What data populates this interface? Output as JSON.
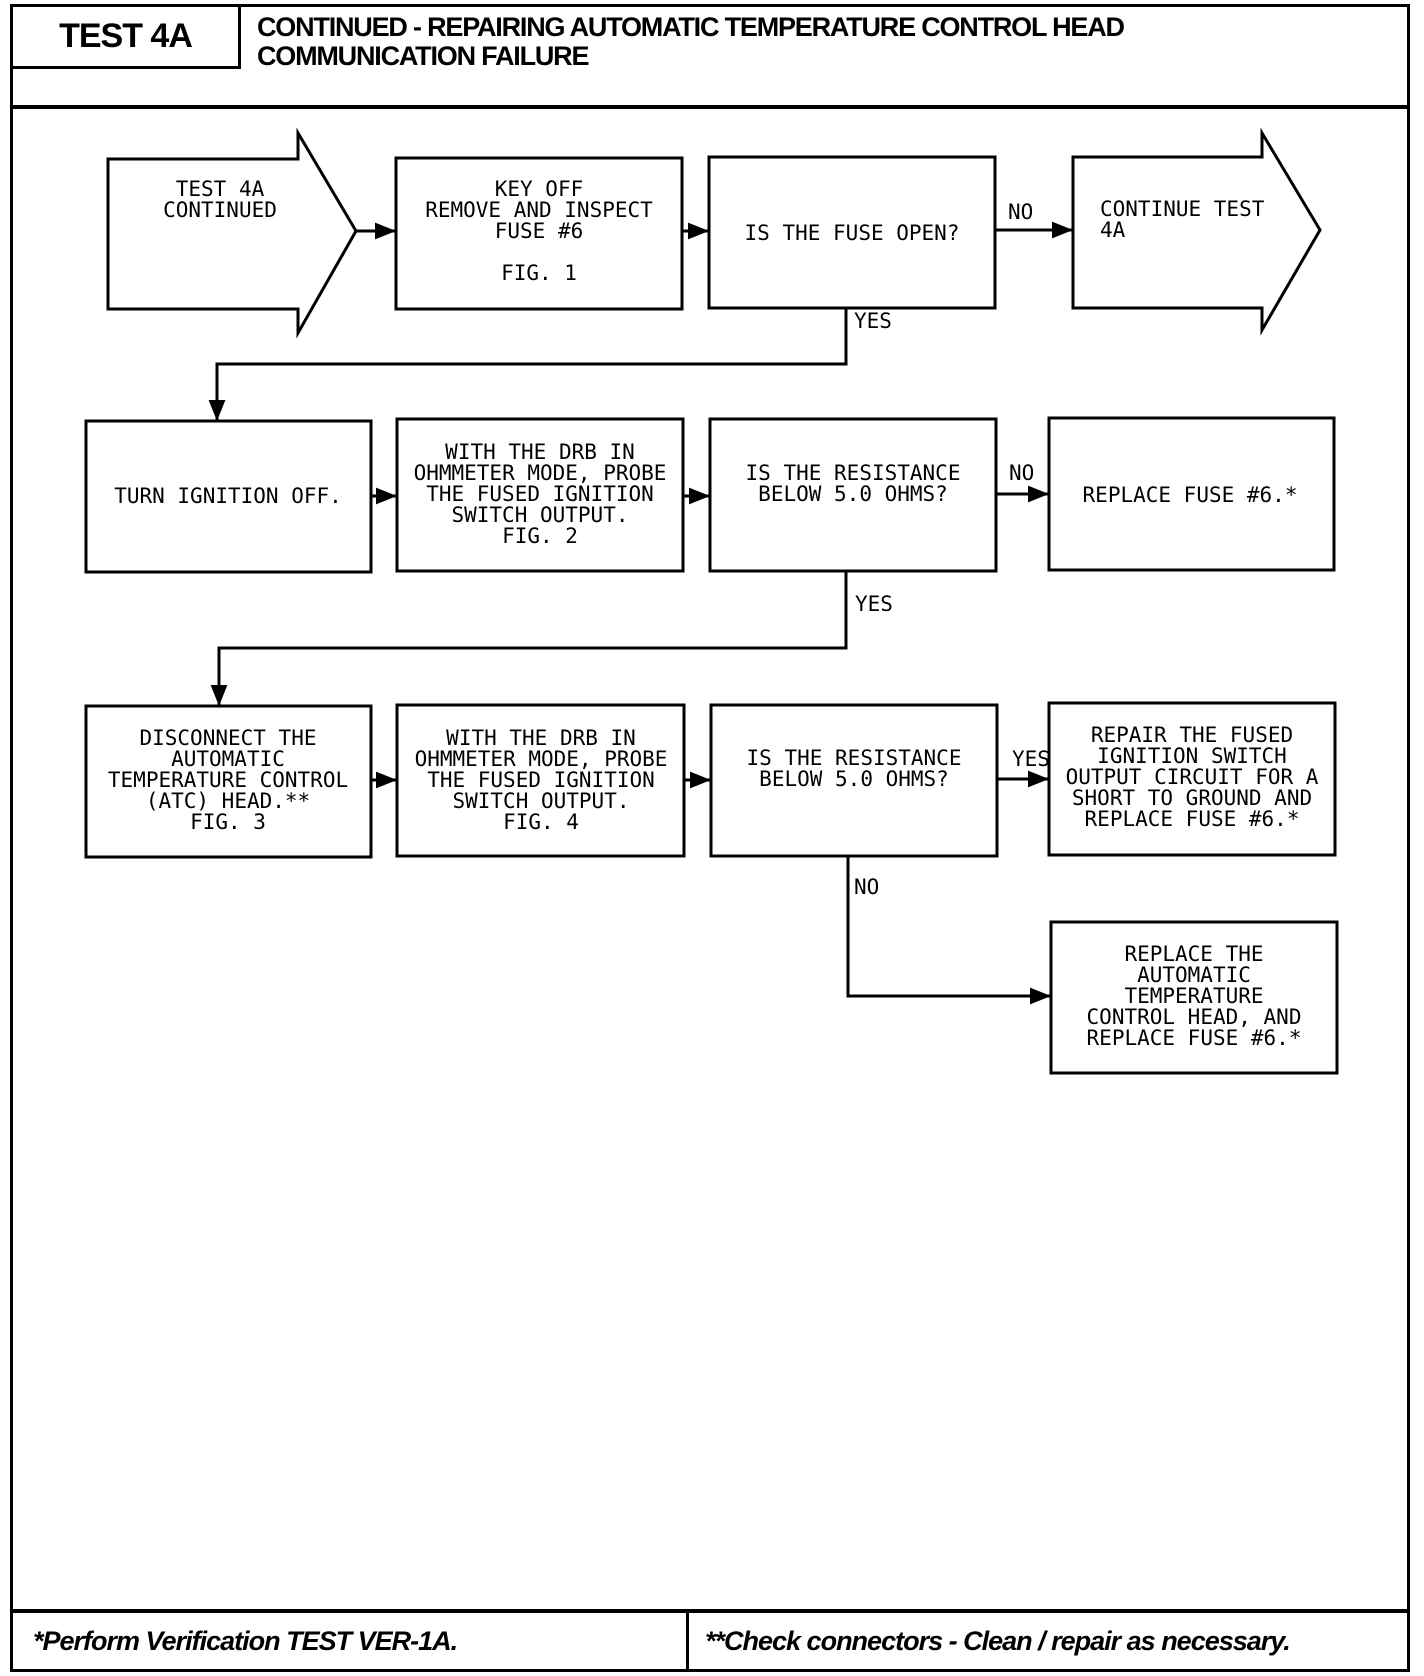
{
  "header": {
    "test_id": "TEST 4A",
    "title_line1": "CONTINUED - REPAIRING AUTOMATIC TEMPERATURE CONTROL HEAD",
    "title_line2": "COMMUNICATION FAILURE"
  },
  "flow": {
    "start": [
      "TEST 4A",
      "CONTINUED"
    ],
    "key_off": [
      "KEY OFF",
      "REMOVE AND INSPECT",
      "FUSE #6",
      "",
      "FIG. 1"
    ],
    "q_fuse_open": [
      "IS THE FUSE OPEN?"
    ],
    "continue": [
      "CONTINUE TEST",
      "4A"
    ],
    "turn_ign_off": [
      "TURN IGNITION OFF."
    ],
    "probe1": [
      "WITH THE DRB IN",
      "OHMMETER MODE, PROBE",
      "THE FUSED IGNITION",
      "SWITCH OUTPUT.",
      "FIG. 2"
    ],
    "q_res1": [
      "IS THE RESISTANCE",
      "BELOW 5.0 OHMS?"
    ],
    "replace_fuse": [
      "REPLACE FUSE #6.*"
    ],
    "disconnect": [
      "DISCONNECT THE",
      "AUTOMATIC",
      "TEMPERATURE CONTROL",
      "(ATC) HEAD.**",
      "FIG. 3"
    ],
    "probe2": [
      "WITH THE DRB IN",
      "OHMMETER MODE, PROBE",
      "THE FUSED IGNITION",
      "SWITCH OUTPUT.",
      "FIG. 4"
    ],
    "q_res2": [
      "IS THE RESISTANCE",
      "BELOW 5.0 OHMS?"
    ],
    "repair": [
      "REPAIR THE FUSED",
      "IGNITION SWITCH",
      "OUTPUT CIRCUIT FOR A",
      "SHORT TO GROUND AND",
      "REPLACE FUSE #6.*"
    ],
    "replace_head": [
      "REPLACE THE",
      "AUTOMATIC",
      "TEMPERATURE",
      "CONTROL HEAD, AND",
      "REPLACE FUSE #6.*"
    ],
    "labels": {
      "no1": "NO",
      "yes1": "YES",
      "no2": "NO",
      "yes2": "YES",
      "yes3": "YES",
      "no3": "NO"
    }
  },
  "footer": {
    "left": "*Perform Verification TEST VER-1A.",
    "right": "**Check connectors - Clean / repair as necessary."
  }
}
